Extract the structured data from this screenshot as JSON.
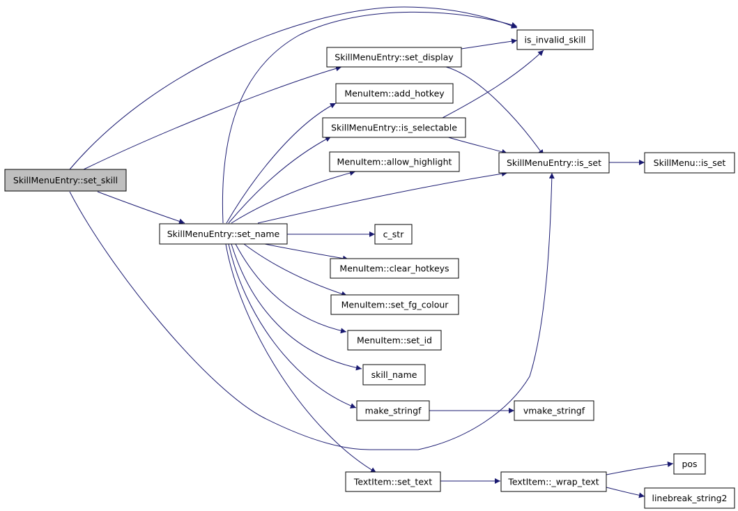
{
  "diagram": {
    "edge_color": "#191970",
    "root_fill": "#bfbfbf",
    "nodes": {
      "set_skill": "SkillMenuEntry::set_skill",
      "is_invalid_skill": "is_invalid_skill",
      "set_display": "SkillMenuEntry::set_display",
      "add_hotkey": "MenuItem::add_hotkey",
      "is_selectable": "SkillMenuEntry::is_selectable",
      "allow_highlight": "MenuItem::allow_highlight",
      "is_set": "SkillMenuEntry::is_set",
      "menu_is_set": "SkillMenu::is_set",
      "set_name": "SkillMenuEntry::set_name",
      "c_str": "c_str",
      "clear_hotkeys": "MenuItem::clear_hotkeys",
      "set_fg_colour": "MenuItem::set_fg_colour",
      "set_id": "MenuItem::set_id",
      "skill_name": "skill_name",
      "make_stringf": "make_stringf",
      "vmake_stringf": "vmake_stringf",
      "set_text": "TextItem::set_text",
      "wrap_text": "TextItem::_wrap_text",
      "pos": "pos",
      "linebreak_string2": "linebreak_string2"
    },
    "edges": [
      [
        "set_skill",
        "is_invalid_skill"
      ],
      [
        "set_skill",
        "set_display"
      ],
      [
        "set_skill",
        "set_name"
      ],
      [
        "set_skill",
        "is_set"
      ],
      [
        "set_display",
        "is_invalid_skill"
      ],
      [
        "set_display",
        "is_set"
      ],
      [
        "is_selectable",
        "is_invalid_skill"
      ],
      [
        "is_selectable",
        "is_set"
      ],
      [
        "is_set",
        "menu_is_set"
      ],
      [
        "set_name",
        "is_invalid_skill"
      ],
      [
        "set_name",
        "add_hotkey"
      ],
      [
        "set_name",
        "is_selectable"
      ],
      [
        "set_name",
        "allow_highlight"
      ],
      [
        "set_name",
        "is_set"
      ],
      [
        "set_name",
        "c_str"
      ],
      [
        "set_name",
        "clear_hotkeys"
      ],
      [
        "set_name",
        "set_fg_colour"
      ],
      [
        "set_name",
        "set_id"
      ],
      [
        "set_name",
        "skill_name"
      ],
      [
        "set_name",
        "make_stringf"
      ],
      [
        "set_name",
        "set_text"
      ],
      [
        "make_stringf",
        "vmake_stringf"
      ],
      [
        "set_text",
        "wrap_text"
      ],
      [
        "wrap_text",
        "pos"
      ],
      [
        "wrap_text",
        "linebreak_string2"
      ]
    ]
  }
}
